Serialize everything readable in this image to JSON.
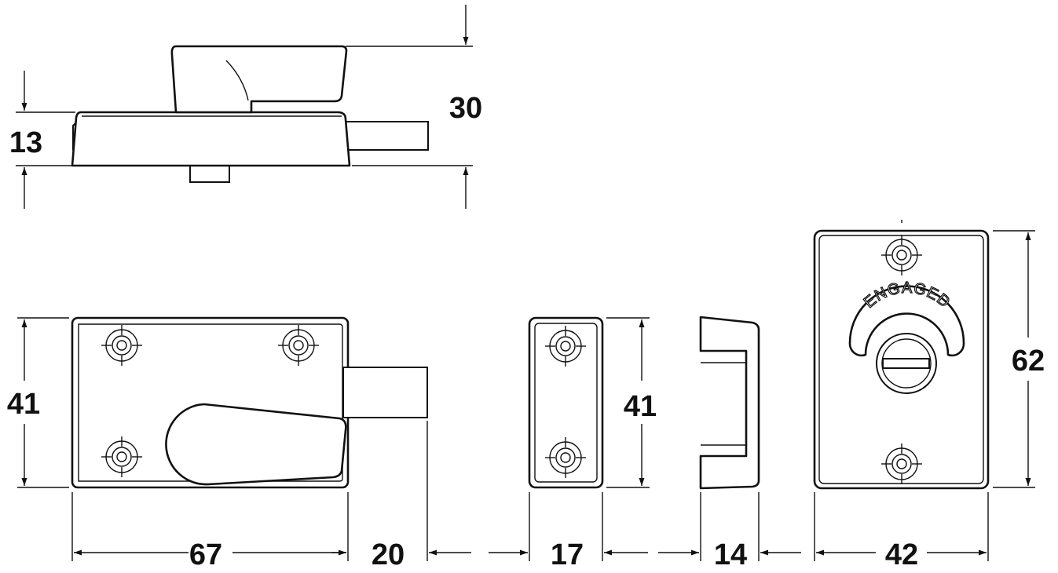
{
  "dimensions": {
    "top_height_total": "30",
    "top_height_body": "13",
    "lock_height": "41",
    "lock_width": "67",
    "bolt_extension": "20",
    "keep_width": "17",
    "keep_height": "41",
    "staple_width": "14",
    "indicator_width": "42",
    "indicator_height": "62"
  },
  "indicator": {
    "sign_label": "ENGAGED"
  },
  "colors": {
    "line": "#111111",
    "background": "#ffffff"
  }
}
